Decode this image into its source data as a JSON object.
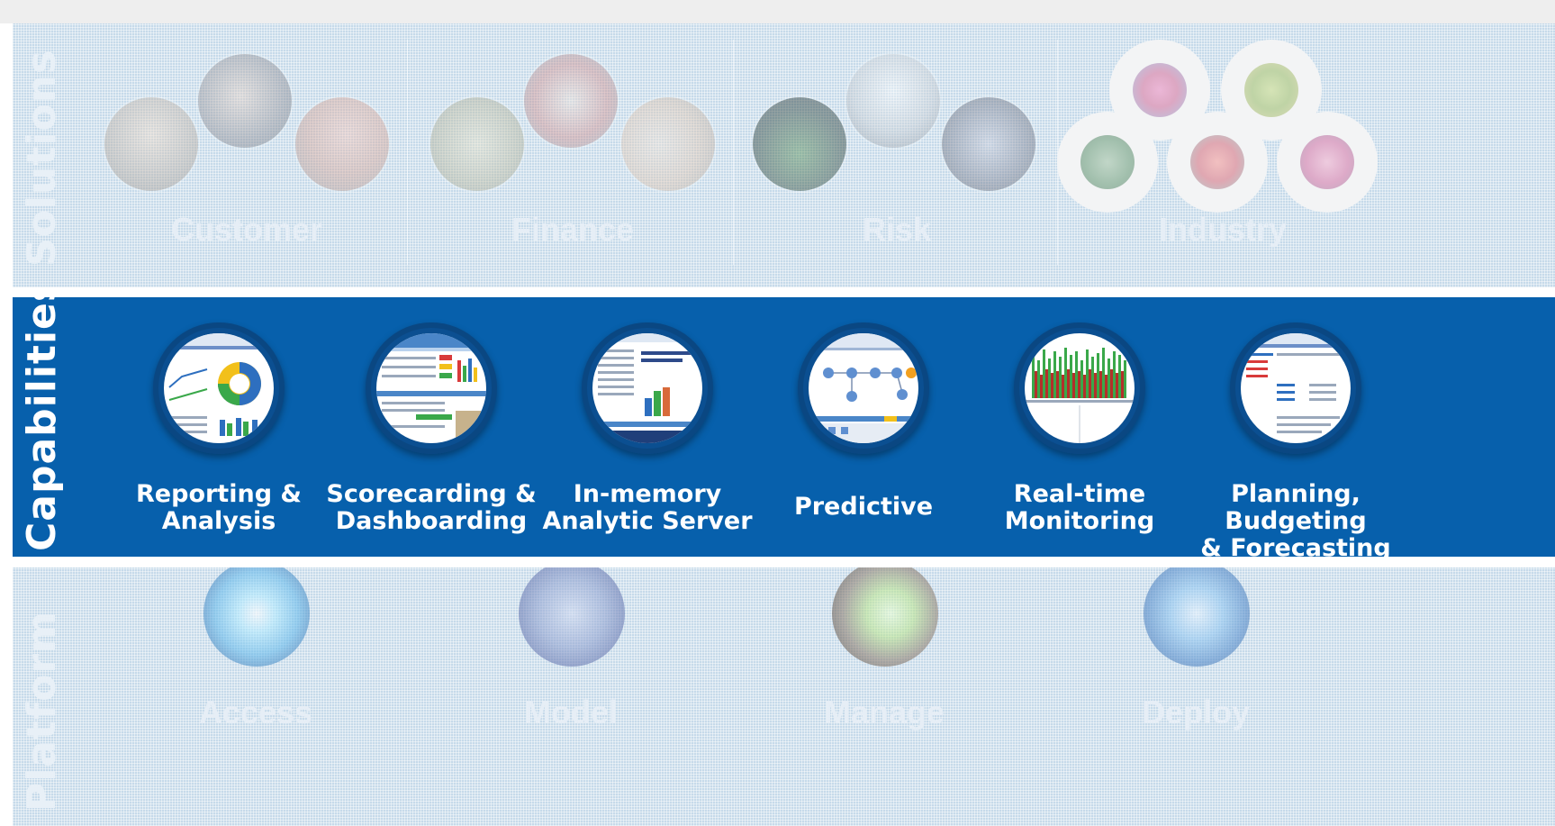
{
  "solutions": {
    "title": "Solutions",
    "items": [
      {
        "label": "Customer"
      },
      {
        "label": "Finance"
      },
      {
        "label": "Risk"
      },
      {
        "label": "Industry"
      }
    ]
  },
  "capabilities": {
    "title": "Capabilities",
    "items": [
      {
        "line1": "Reporting &",
        "line2": "Analysis"
      },
      {
        "line1": "Scorecarding &",
        "line2": "Dashboarding"
      },
      {
        "line1": "In-memory",
        "line2": "Analytic Server"
      },
      {
        "line1": "Predictive",
        "line2": ""
      },
      {
        "line1": "Real-time",
        "line2": "Monitoring"
      },
      {
        "line1": "Planning, Budgeting",
        "line2": "& Forecasting"
      }
    ]
  },
  "platform": {
    "title": "Platform",
    "items": [
      {
        "label": "Access"
      },
      {
        "label": "Model"
      },
      {
        "label": "Manage"
      },
      {
        "label": "Deploy"
      }
    ]
  },
  "colors": {
    "capabilities_band": "#0760ac",
    "faded_band": "#c6daea"
  }
}
